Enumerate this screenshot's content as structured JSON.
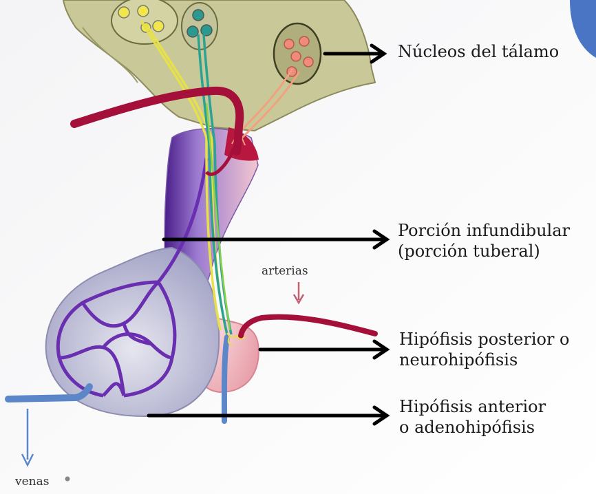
{
  "labels": {
    "thalamus": "Núcleos del tálamo",
    "infundibular_1": "Porción infundibular",
    "infundibular_2": "(porción tuberal)",
    "posterior_1": "Hipófisis posterior o",
    "posterior_2": "neurohipófisis",
    "anterior_1": "Hipófisis anterior",
    "anterior_2": "o adenohipófisis",
    "arteries": "arterias",
    "veins": "venas"
  },
  "colors": {
    "hypothalamus": "#c8c796",
    "artery": "#a5103a",
    "vein": "#5b86c8",
    "portal_vessels": "#6a2fb0",
    "adenohypophysis": "#b6b6d6",
    "neurohypophysis": "#f3c0c6",
    "nucleus_yellow": "#f2e64a",
    "nucleus_teal": "#2a9a8e",
    "nucleus_salmon": "#f08a7a",
    "arrow": "#000000"
  }
}
